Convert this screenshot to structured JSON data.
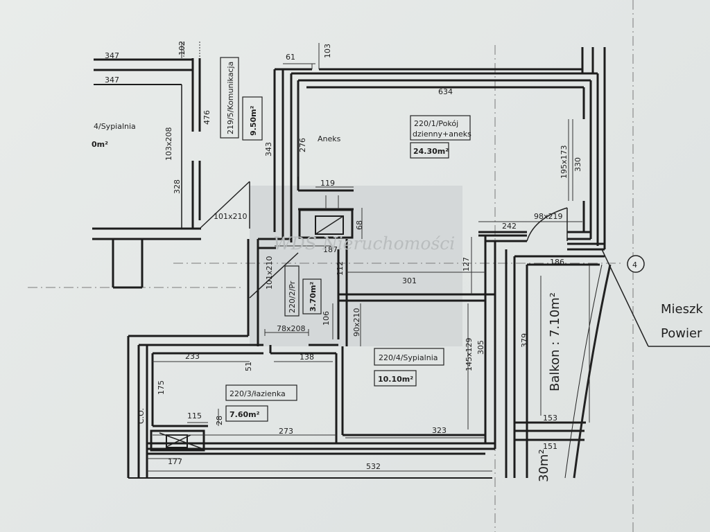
{
  "rooms": {
    "komunikacja": {
      "label": "219/5/Komunikacja",
      "area": "9.50m²"
    },
    "sypialnia_left": {
      "label": "4/Sypialnia",
      "area": "0m²"
    },
    "pokoj": {
      "label_line1": "220/1/Pokój",
      "label_line2": "dzienny+aneks",
      "area": "24.30m²"
    },
    "aneks": {
      "label": "Aneks"
    },
    "przedpokoj": {
      "label": "220/2/Pr",
      "area": "3.70m²"
    },
    "lazienka": {
      "label": "220/3/łazienka",
      "area": "7.60m²"
    },
    "sypialnia": {
      "label": "220/4/Sypialnia",
      "area": "10.10m²"
    },
    "balkon": {
      "label": "Balkon : 7.10m²"
    },
    "bottom_area": {
      "label": "30m²"
    }
  },
  "dimensions": {
    "d347a": "347",
    "d347b": "347",
    "d102": "102",
    "d61": "61",
    "d103": "103",
    "d476": "476",
    "d103x208": "103x208",
    "d328": "328",
    "d343": "343",
    "d276": "276",
    "d634": "634",
    "d195x173": "195x173",
    "d330": "330",
    "d119": "119",
    "d68": "68",
    "d101x210a": "101x210",
    "d242": "242",
    "d98x219": "98x219",
    "d187": "187",
    "d186": "186",
    "d127": "127",
    "d101x210b": "101x210",
    "d112": "112",
    "d301": "301",
    "d106": "106",
    "d90x210": "90x210",
    "d78x208": "78x208",
    "d379": "379",
    "d233": "233",
    "d51": "51",
    "d138": "138",
    "d145x129": "145x129",
    "d305": "305",
    "d175": "175",
    "d115": "115",
    "d28": "28",
    "d273": "273",
    "d323": "323",
    "d153": "153",
    "d151": "151",
    "d177": "177",
    "d532": "532"
  },
  "markers": {
    "co": "C.O.",
    "axis": "4"
  },
  "owner_label": {
    "line1": "Mieszk",
    "line2": "Powier"
  },
  "watermark": "WDS Nieruchomości"
}
